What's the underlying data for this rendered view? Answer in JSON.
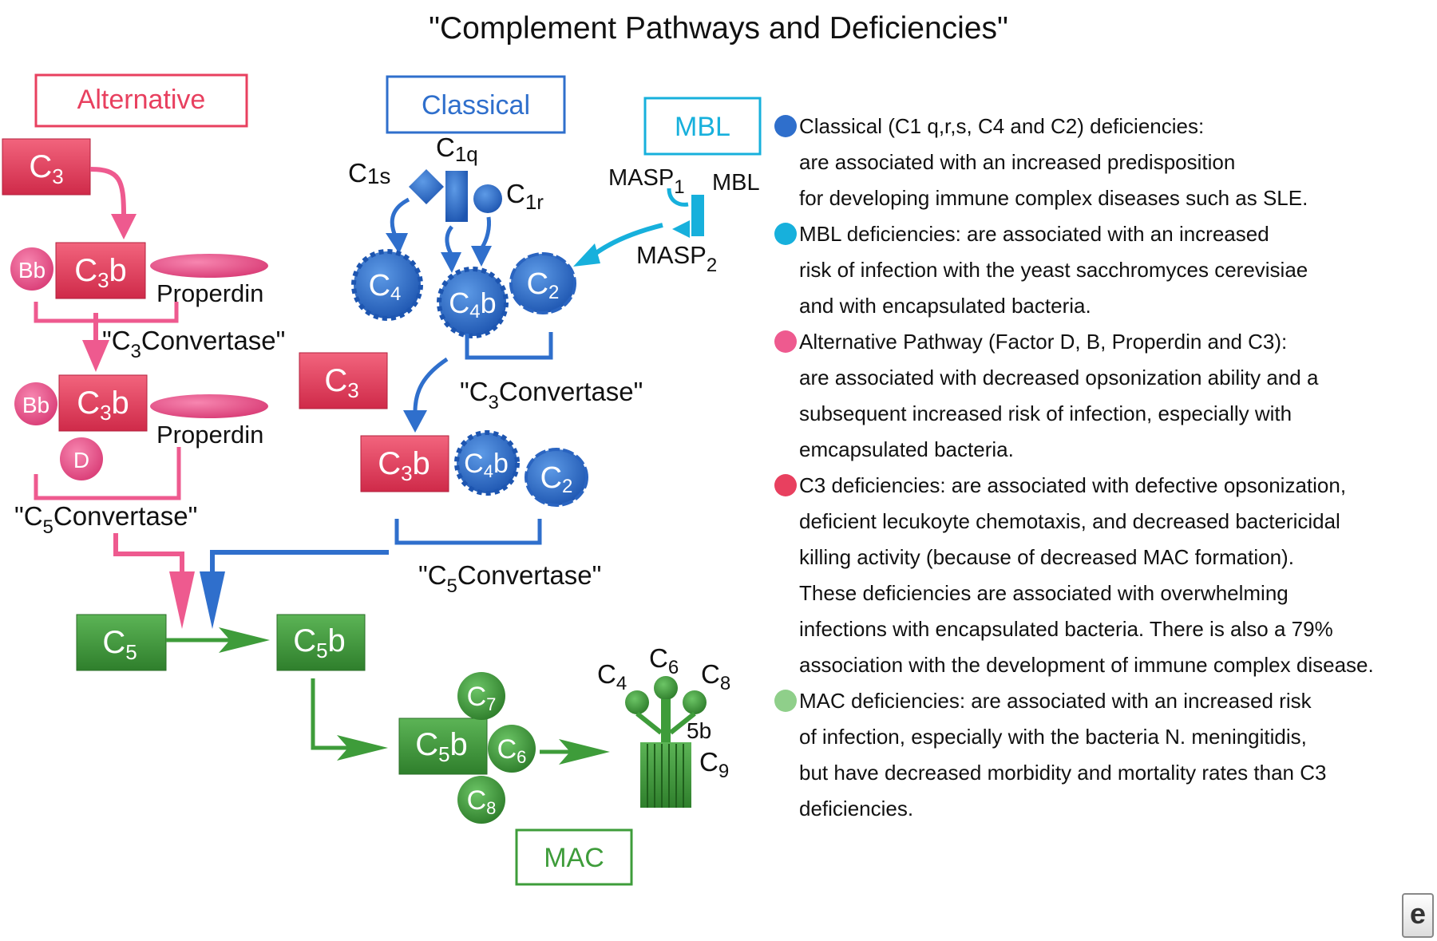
{
  "title": "\"Complement Pathways and Deficiencies\"",
  "colors": {
    "alternative": "#e8405f",
    "classical": "#2f6fcc",
    "mbl": "#17b0dc",
    "mac": "#3e9c3a",
    "pink_component": "#ee5a8f"
  },
  "pathways": {
    "alternative": "Alternative",
    "classical": "Classical",
    "mbl": "MBL",
    "mac": "MAC"
  },
  "alternative": {
    "c3_top": "C",
    "c3_top_sub": "3",
    "bb": "Bb",
    "c3b": "C",
    "c3b_sub": "3",
    "c3b_suffix": "b",
    "properdin": "Properdin",
    "c3_convertase_pre": "\"C",
    "c3_convertase_sub": "3",
    "c3_convertase_post": "Convertase\"",
    "d": "D",
    "c5_convertase_pre": "\"C",
    "c5_convertase_sub": "5",
    "c5_convertase_post": "Convertase\""
  },
  "classical": {
    "c1q_pre": "C",
    "c1q_sub": "1q",
    "c1s_pre": "C",
    "c1s_sub": "1s",
    "c1r_pre": "C",
    "c1r_sub": "1r",
    "c4": "C",
    "c4_sub": "4",
    "c4b": "C",
    "c4b_sub": "4",
    "c4b_suffix": "b",
    "c2": "C",
    "c2_sub": "2",
    "c3_convertase_pre": "\"C",
    "c3_convertase_sub": "3",
    "c3_convertase_post": "Convertase\"",
    "c3_mid": "C",
    "c3_mid_sub": "3",
    "c3b": "C",
    "c3b_sub": "3",
    "c3b_suffix": "b",
    "c5_convertase_pre": "\"C",
    "c5_convertase_sub": "5",
    "c5_convertase_post": "Convertase\""
  },
  "mbl": {
    "masp1_pre": "MASP",
    "masp1_sub": "1",
    "mbl_label": "MBL",
    "masp2_pre": "MASP",
    "masp2_sub": "2"
  },
  "terminal": {
    "c5": "C",
    "c5_sub": "5",
    "c5b": "C",
    "c5b_sub": "5",
    "c5b_suffix": "b",
    "c7": "C",
    "c7_sub": "7",
    "c6": "C",
    "c6_sub": "6",
    "c8": "C",
    "c8_sub": "8",
    "mac_c4": "C",
    "mac_c4_sub": "4",
    "mac_c6": "C",
    "mac_c6_sub": "6",
    "mac_c8": "C",
    "mac_c8_sub": "8",
    "mac_5b": "5b",
    "mac_c9": "C",
    "mac_c9_sub": "9"
  },
  "notes": [
    {
      "color": "#2f6fcc",
      "lines": [
        "Classical (C1 q,r,s, C4 and C2) deficiencies:",
        "are associated with an increased predisposition",
        "for developing immune complex diseases such as SLE."
      ]
    },
    {
      "color": "#17b0dc",
      "lines": [
        "MBL deficiencies: are associated with an increased",
        "risk of infection with the yeast sacchromyces cerevisiae",
        "and with encapsulated bacteria."
      ]
    },
    {
      "color": "#ee5a8f",
      "lines": [
        "Alternative Pathway (Factor D, B, Properdin and C3):",
        "are associated with decreased opsonization ability and a",
        "subsequent increased risk of infection, especially with",
        "emcapsulated bacteria."
      ]
    },
    {
      "color": "#e8405f",
      "lines": [
        "C3 deficiencies: are associated with defective opsonization,",
        "deficient lecukoyte chemotaxis, and decreased bactericidal",
        "killing activity (because of decreased MAC formation).",
        "These deficiencies are associated with overwhelming",
        "infections with encapsulated bacteria. There is also a 79%",
        "association with the development of immune complex disease."
      ]
    },
    {
      "color": "#8fcf8a",
      "lines": [
        "MAC deficiencies: are associated with an increased risk",
        "of infection, especially with the bacteria N. meningitidis,",
        "but have decreased morbidity and mortality rates than C3",
        "deficiencies."
      ]
    }
  ],
  "logo": "e"
}
